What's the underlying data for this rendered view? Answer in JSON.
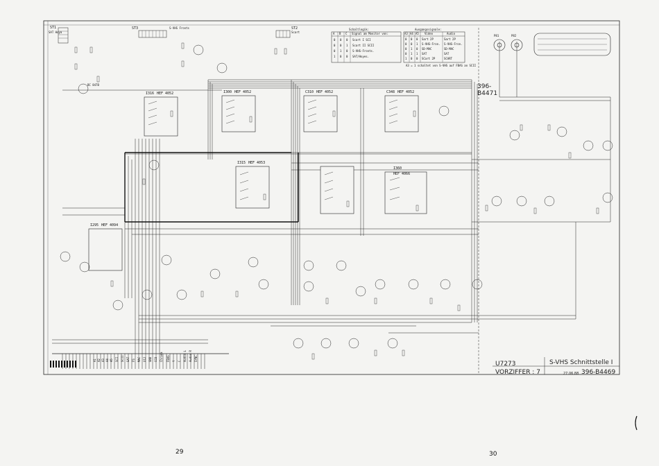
{
  "title_block": {
    "model": "U7273",
    "title": "S-VHS Schnittstelle I",
    "vorziffer": "VORZIFFER : 7",
    "date": "27.06.88",
    "document_number": "396-B4469",
    "top_reference": "396-\nB4471"
  },
  "pages": {
    "left": "29",
    "right": "30"
  },
  "tables": {
    "schaltlogik": {
      "title": "Schaltlogik:",
      "headers": [
        "A",
        "B",
        "C",
        "Signal am Monitor von:"
      ],
      "rows": [
        [
          "0",
          "0",
          "0",
          "Scart I SCI"
        ],
        [
          "0",
          "0",
          "1",
          "Scart II SCII"
        ],
        [
          "0",
          "1",
          "0",
          "S-VHS-Fronts."
        ],
        [
          "1",
          "0",
          "0",
          "SAT/Hoyes."
        ]
      ]
    },
    "ausgangssignale": {
      "title": "Ausgangssignale:",
      "headers": [
        "A3",
        "A4",
        "A5",
        "Video",
        "Audio"
      ],
      "rows": [
        [
          "0",
          "0",
          "0",
          "Sart 2P",
          "Sart 2P"
        ],
        [
          "0",
          "0",
          "1",
          "S-VHS-Fron.",
          "S-VHS-Fron."
        ],
        [
          "0",
          "1",
          "0",
          "SD-MAC",
          "SD-MAC"
        ],
        [
          "0",
          "1",
          "1",
          "SAT",
          "SAT"
        ],
        [
          "1",
          "0",
          "0",
          "SCart 2P",
          "SCART"
        ]
      ],
      "note": "A3 = 1 schaltet von S-VHS auf FBAS an SCII"
    }
  },
  "ic_blocks": [
    {
      "id": "ic1",
      "name": "I316",
      "part": "HEF 4052"
    },
    {
      "id": "ic2",
      "name": "I300",
      "part": "HEF 4052"
    },
    {
      "id": "ic3",
      "name": "C310",
      "part": "HEF 4052"
    },
    {
      "id": "ic4",
      "name": "C348",
      "part": "HEF 4052"
    },
    {
      "id": "ic5",
      "name": "I315",
      "part": "HEF 4053"
    },
    {
      "id": "ic6",
      "name": "I360",
      "part": "HEF 4066"
    },
    {
      "id": "ic7",
      "name": "I295",
      "part": "HEF 4094"
    }
  ],
  "connectors": [
    {
      "id": "st1",
      "label": "ST1",
      "sub": "SAT Hoya"
    },
    {
      "id": "st3",
      "label": "ST3",
      "sub": "S-VHS Fronts"
    },
    {
      "id": "st2",
      "label": "ST2",
      "sub": "Scart"
    },
    {
      "id": "pe1",
      "label": "P81",
      "sub": ""
    },
    {
      "id": "pe2",
      "label": "P82",
      "sub": ""
    }
  ],
  "transistor_part": "BC 847B",
  "bottom_bus_labels": [
    "A1",
    "A2",
    "A3",
    "A4",
    "A5",
    "SCI",
    "SCII",
    "SAT",
    "FS",
    "MAC",
    "U12",
    "GND",
    "CCU",
    "Chroma",
    "FBAS",
    "Y",
    "C",
    "Audio L",
    "Audio R",
    "SYNC"
  ]
}
